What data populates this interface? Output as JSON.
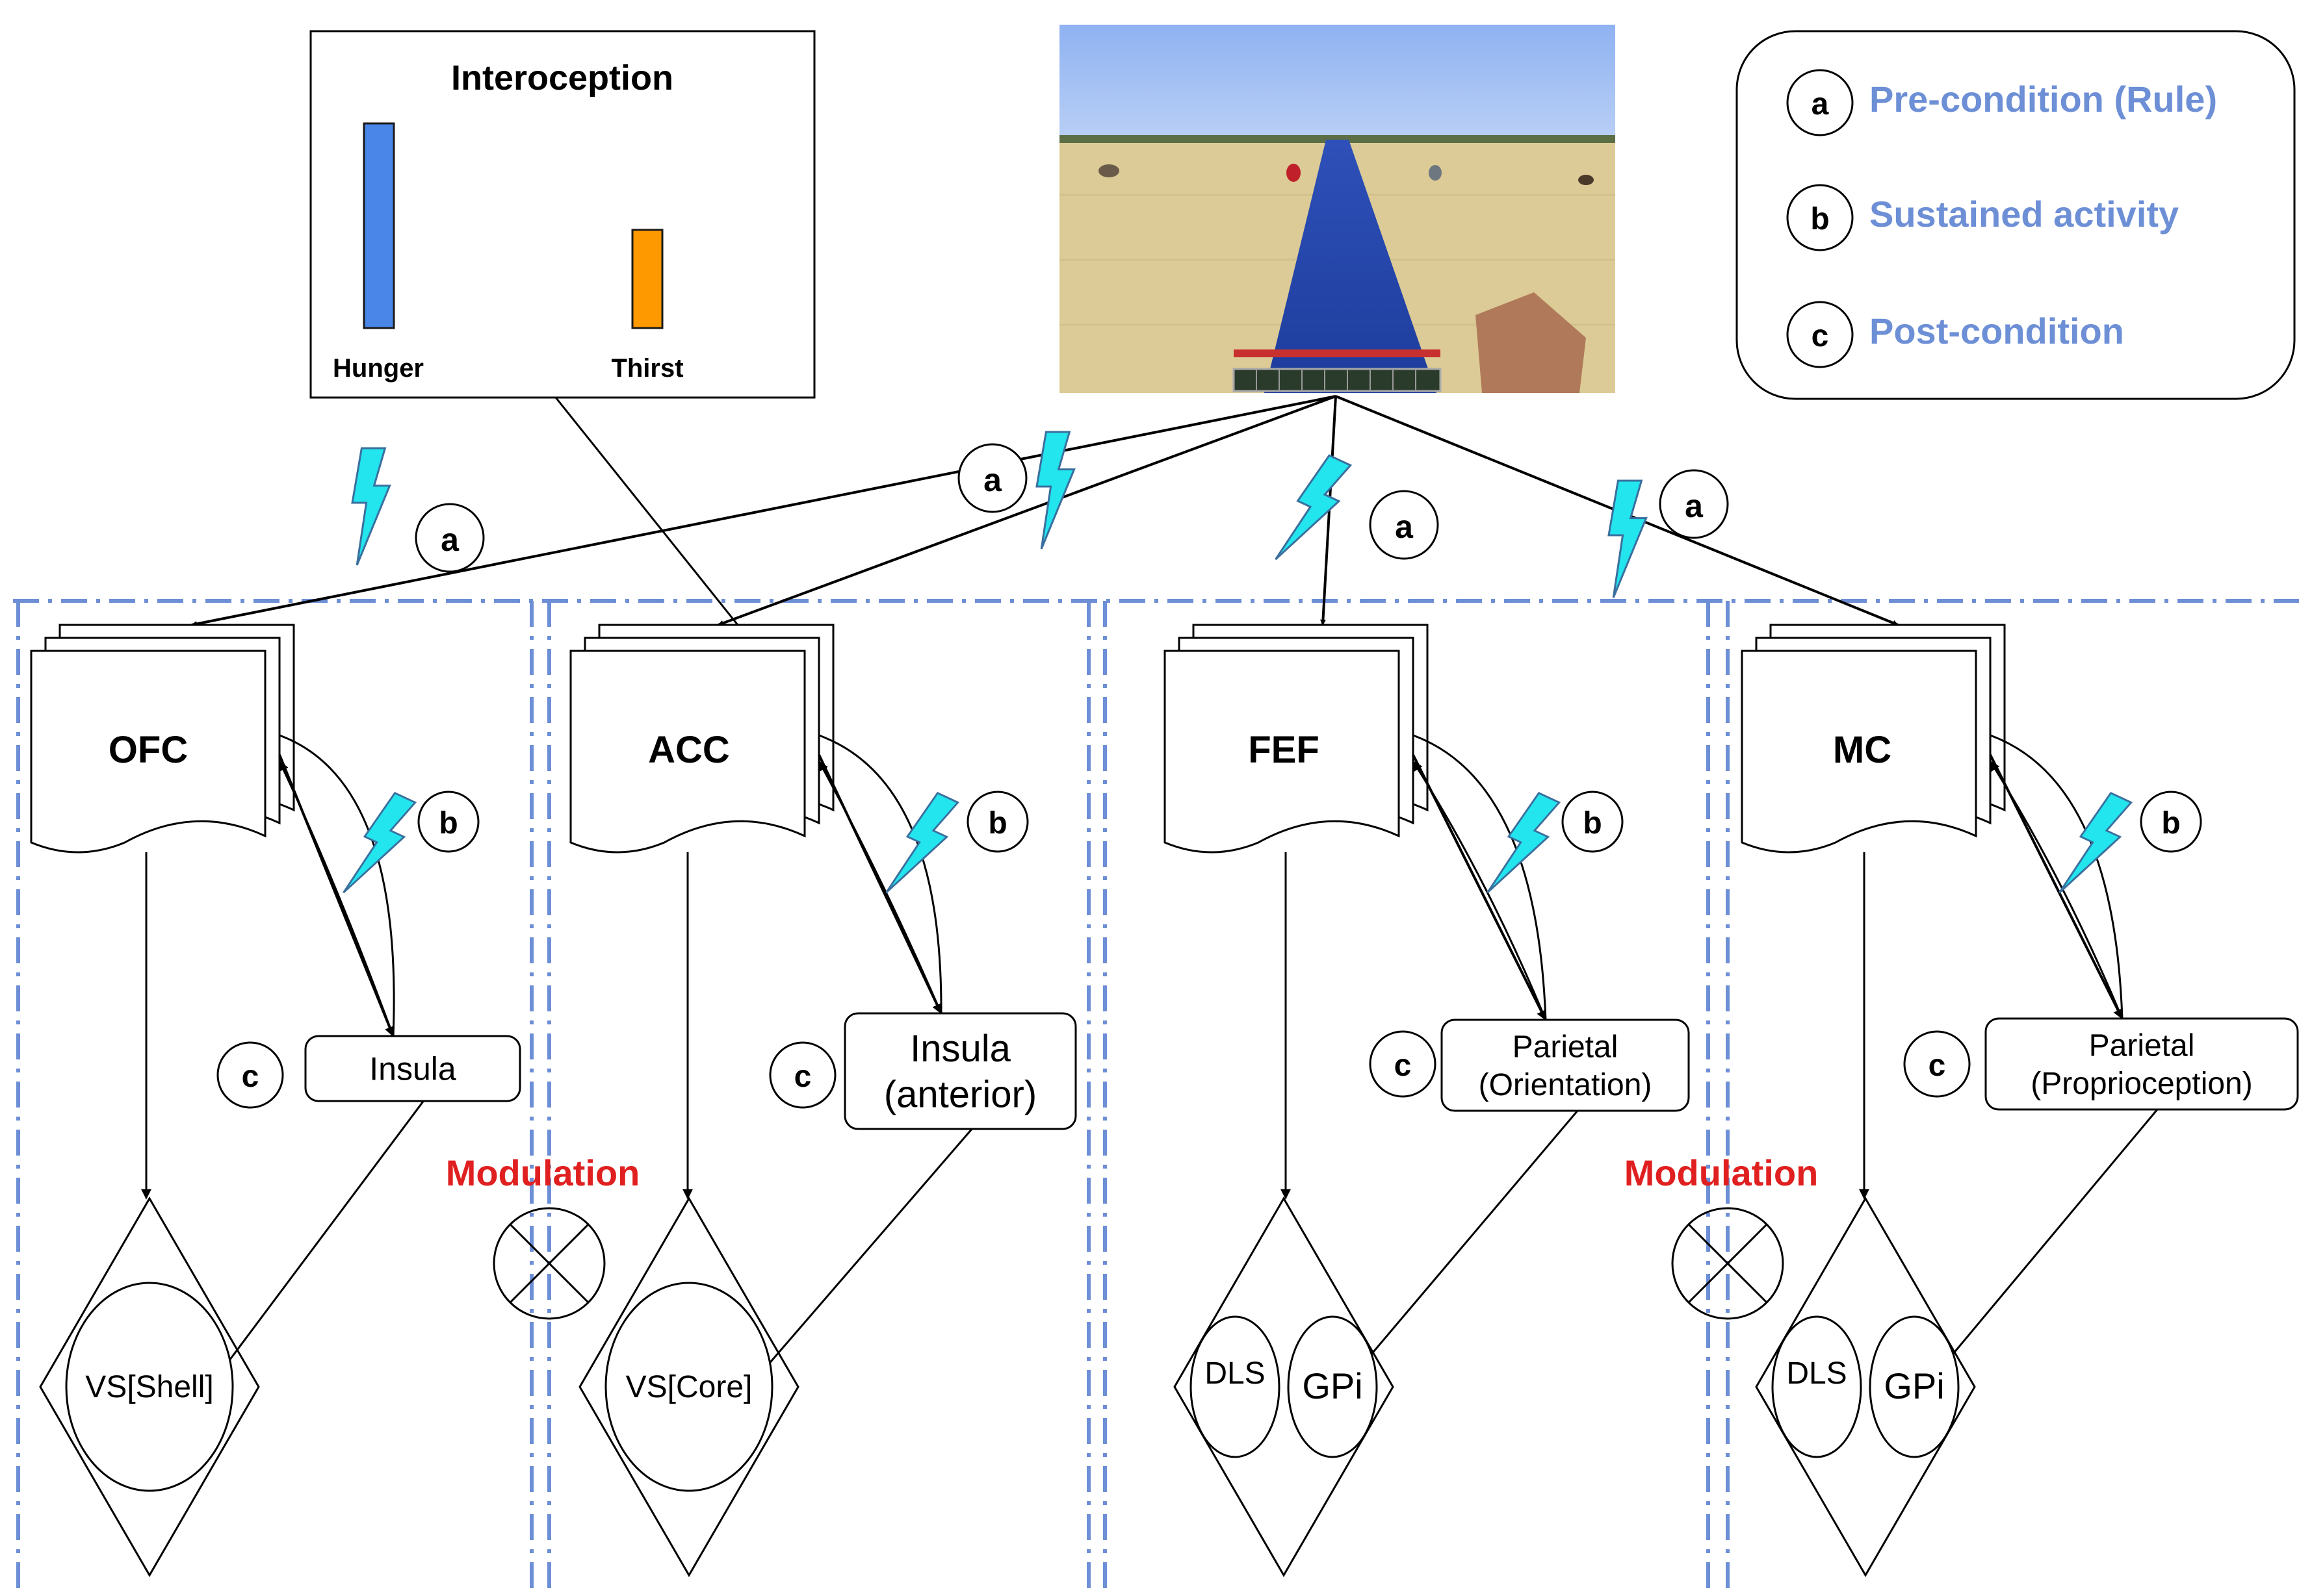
{
  "interoception": {
    "title": "Interoception",
    "bars": [
      {
        "label": "Hunger",
        "level": 1.0,
        "color": "#4a86e8"
      },
      {
        "label": "Thirst",
        "level": 0.48,
        "color": "#ff9900"
      }
    ]
  },
  "legend": {
    "items": [
      {
        "key": "a",
        "text": "Pre-condition (Rule)"
      },
      {
        "key": "b",
        "text": "Sustained activity"
      },
      {
        "key": "c",
        "text": "Post-condition"
      }
    ],
    "color": "#6d8fd6"
  },
  "markers": {
    "a": "a",
    "b": "b",
    "c": "c"
  },
  "columns": [
    {
      "cortex": "OFC",
      "post": [
        "Insula"
      ],
      "striatum": [
        "VS[Shell]"
      ]
    },
    {
      "cortex": "ACC",
      "post": [
        "Insula",
        "(anterior)"
      ],
      "striatum": [
        "VS[Core]"
      ]
    },
    {
      "cortex": "FEF",
      "post": [
        "Parietal",
        "(Orientation)"
      ],
      "striatum": [
        "DLS",
        "GPi"
      ]
    },
    {
      "cortex": "MC",
      "post": [
        "Parietal",
        "(Proprioception)"
      ],
      "striatum": [
        "DLS",
        "GPi"
      ]
    }
  ],
  "modulation": {
    "label": "Modulation",
    "color": "#e02020"
  },
  "colors": {
    "lightning": "#22e5ee",
    "dashed": "#6d8fd6",
    "line": "#000000"
  }
}
